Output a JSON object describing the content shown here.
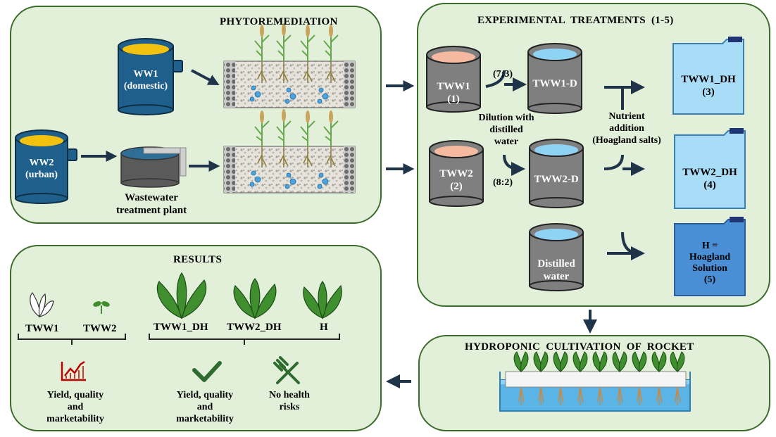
{
  "phyto": {
    "title": "PHYTOREMEDIATION",
    "ww1": "WW1\n(domestic)",
    "ww2": "WW2\n(urban)",
    "wwtp": "Wastewater\ntreatment plant"
  },
  "treatments": {
    "title": "EXPERIMENTAL  TREATMENTS  (1-5)",
    "tww1": "TWW1\n(1)",
    "tww2": "TWW2\n(2)",
    "tww1d": "TWW1-D",
    "tww2d": "TWW2-D",
    "ratio1": "(7:3)",
    "ratio2": "(8:2)",
    "dilution": "Dilution with\ndistilled\nwater",
    "nutrient": "Nutrient\naddition\n(Hoagland salts)",
    "distilled": "Distilled\nwater",
    "tww1dh": "TWW1_DH\n(3)",
    "tww2dh": "TWW2_DH\n(4)",
    "hoagland": "H =\nHoagland\nSolution\n(5)"
  },
  "hydroponic": {
    "title": "HYDROPONIC  CULTIVATION  OF  ROCKET"
  },
  "results": {
    "title": "RESULTS",
    "tww1": "TWW1",
    "tww2": "TWW2",
    "tww1dh": "TWW1_DH",
    "tww2dh": "TWW2_DH",
    "h": "H",
    "yield_bad": "Yield, quality\nand\nmarketability",
    "yield_good": "Yield, quality\nand\nmarketability",
    "no_risk": "No health\nrisks"
  },
  "colors": {
    "panel_fill": "#e2f0d9",
    "panel_border": "#3b6b2a",
    "arrow": "#1f3449",
    "tank_blue": "#1f5f8b",
    "tank_gray": "#7f7f7f",
    "pink_top": "#f4b9a0",
    "light_blue_top": "#8fd3f4",
    "jerrycan_light": "#a9dcf7",
    "jerrycan_dark": "#4a8fd6",
    "trend_red": "#c00000",
    "check_green": "#2e6b2e"
  },
  "icons": [
    "tank-icon",
    "wetland-bed-icon",
    "treatment-plant-icon",
    "jerrycan-icon",
    "trend-chart-icon",
    "check-icon",
    "fork-knife-icon",
    "rocket-leaf-icon",
    "seedling-icon",
    "hydroponic-tank-icon"
  ]
}
